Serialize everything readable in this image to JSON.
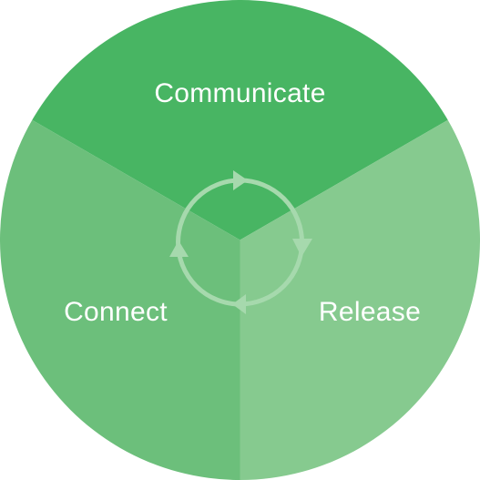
{
  "diagram": {
    "segments": [
      {
        "label": "Communicate",
        "color": "#48b563"
      },
      {
        "label": "Release",
        "color": "#86ca8f"
      },
      {
        "label": "Connect",
        "color": "#6cbf7b"
      }
    ],
    "cycle_color": "#a6d9ad",
    "cycle_icon": "cycle-arrows-icon"
  }
}
